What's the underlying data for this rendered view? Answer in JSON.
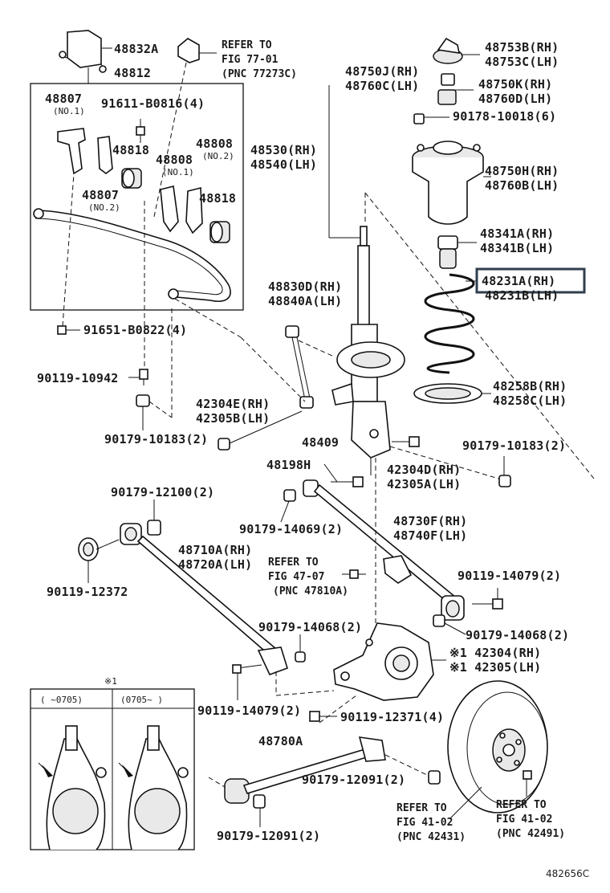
{
  "diagram_code": "482656C",
  "inset_mark": "※1",
  "inset_left_label": "(   ~0705)",
  "inset_right_label": "(0705~   )",
  "highlighted_part": "48231A(RH)",
  "labels": {
    "p48832A": "48832A",
    "ref77_title": "REFER TO",
    "ref77_fig": "FIG 77-01",
    "ref77_pnc": "(PNC 77273C)",
    "p48812": "48812",
    "p48807_1": "48807",
    "p48807_1_sub": "(NO.1)",
    "p91611": "91611-B0816(4)",
    "p48818a": "48818",
    "p48808_2": "48808",
    "p48808_2_sub": "(NO.2)",
    "p48808_1": "48808",
    "p48808_1_sub": "(NO.1)",
    "p48807_2": "48807",
    "p48807_2_sub": "(NO.2)",
    "p48818b": "48818",
    "p91651": "91651-B0822(4)",
    "p90119_10942": "90119-10942",
    "p90179_10183a": "90179-10183(2)",
    "p48750J": "48750J(RH)",
    "p48760C": "48760C(LH)",
    "p48530": "48530(RH)",
    "p48540": "48540(LH)",
    "p48753B": "48753B(RH)",
    "p48753C": "48753C(LH)",
    "p48750K": "48750K(RH)",
    "p48760D": "48760D(LH)",
    "p90178": "90178-10018(6)",
    "p48750H": "48750H(RH)",
    "p48760B": "48760B(LH)",
    "p48341A": "48341A(RH)",
    "p48341B": "48341B(LH)",
    "p48231A": "48231A(RH)",
    "p48231B": "48231B(LH)",
    "p48830D": "48830D(RH)",
    "p48840A": "48840A(LH)",
    "p48258B": "48258B(RH)",
    "p48258C": "48258C(LH)",
    "p42304E": "42304E(RH)",
    "p42305B": "42305B(LH)",
    "p48409": "48409",
    "p90179_10183b": "90179-10183(2)",
    "p48198H": "48198H",
    "p42304D": "42304D(RH)",
    "p42305A": "42305A(LH)",
    "p90179_12100": "90179-12100(2)",
    "p90179_14069": "90179-14069(2)",
    "p48730F": "48730F(RH)",
    "p48740F": "48740F(LH)",
    "p48710A": "48710A(RH)",
    "p48720A": "48720A(LH)",
    "ref47_title": "REFER TO",
    "ref47_fig": "FIG 47-07",
    "ref47_pnc": "(PNC 47810A)",
    "p90119_12372": "90119-12372",
    "p90119_14079a": "90119-14079(2)",
    "p90179_14068a": "90179-14068(2)",
    "p90179_14068b": "90179-14068(2)",
    "p42304": "※1 42304(RH)",
    "p42305": "※1 42305(LH)",
    "p90119_14079b": "90119-14079(2)",
    "p90119_12371": "90119-12371(4)",
    "p48780A": "48780A",
    "p90179_12091a": "90179-12091(2)",
    "p90179_12091b": "90179-12091(2)",
    "ref41a_title": "REFER TO",
    "ref41a_fig": "FIG 41-02",
    "ref41a_pnc": "(PNC 42431)",
    "ref41b_title": "REFER TO",
    "ref41b_fig": "FIG 41-02",
    "ref41b_pnc": "(PNC 42491)"
  }
}
